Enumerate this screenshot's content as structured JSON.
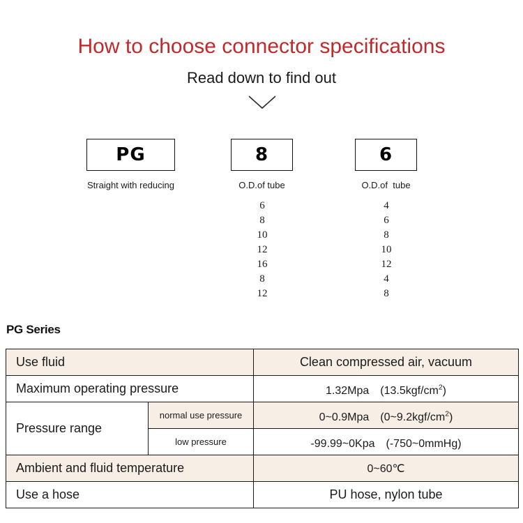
{
  "header": {
    "title": "How to choose connector specifications",
    "subtitle": "Read down to find out",
    "arrow_icon": "chevron-down-icon"
  },
  "selector": {
    "boxes": [
      {
        "code": "PG",
        "caption": "Straight with reducing"
      },
      {
        "code": "8",
        "caption": "O.D.of tube"
      },
      {
        "code": "6",
        "caption": "O.D.of  tube"
      }
    ],
    "option_columns": [
      {
        "values": [
          "6",
          "8",
          "10",
          "12",
          "16",
          "8",
          "12"
        ]
      },
      {
        "values": [
          "4",
          "6",
          "8",
          "10",
          "12",
          "4",
          "8"
        ]
      }
    ]
  },
  "spec": {
    "heading": "PG Series",
    "rows": [
      {
        "label": "Use fluid",
        "value": "Clean compressed air, vacuum"
      },
      {
        "label": "Maximum operating pressure",
        "value_main": "1.32Mpa　(13.5kgf/cm",
        "value_sup": "2",
        "value_tail": ")"
      },
      {
        "label": "Pressure range",
        "sub_rows": [
          {
            "sublabel": "normal use pressure",
            "value_main": "0~0.9Mpa　(0~9.2kgf/cm",
            "value_sup": "2",
            "value_tail": ")"
          },
          {
            "sublabel": "low pressure",
            "value_main": "-99.99~0Kpa　(-750~0mmHg)",
            "value_sup": "",
            "value_tail": ""
          }
        ]
      },
      {
        "label": "Ambient and fluid temperature",
        "value": "0~60℃"
      },
      {
        "label": "Use a hose",
        "value": "PU hose, nylon tube"
      }
    ]
  },
  "colors": {
    "title_red": "#bf2a2a",
    "row_beige": "#f7efe5",
    "border": "#1a1a1a",
    "text": "#1a1a1a"
  }
}
